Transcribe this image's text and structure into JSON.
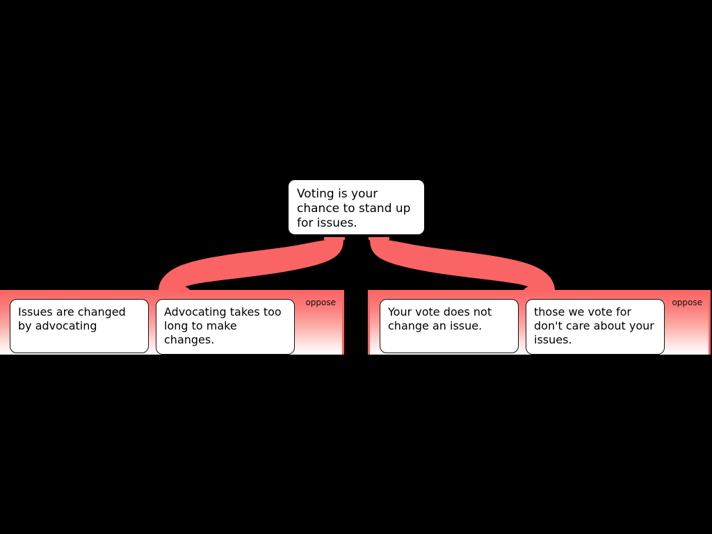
{
  "diagram": {
    "title": "Voting argument map",
    "background_color": "#000000",
    "accent_color": "#fb6464",
    "box_fill_color": "#ffffff",
    "box_text_color": "#000000"
  },
  "parent": {
    "text": "Voting is your chance to stand up for issues."
  },
  "groups": [
    {
      "id": "left",
      "label": "oppose",
      "reasons": [
        {
          "text": "Issues are changed by advocating"
        },
        {
          "text": "Advocating takes too long to make changes."
        }
      ]
    },
    {
      "id": "right",
      "label": "oppose",
      "reasons": [
        {
          "text": "Your vote does not change an issue."
        },
        {
          "text": "those we vote for don't care about your issues."
        }
      ]
    }
  ]
}
